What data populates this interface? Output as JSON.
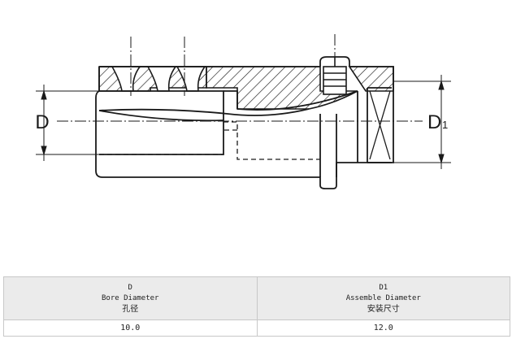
{
  "diagram": {
    "label_bore": "D",
    "label_assemble": "D",
    "label_assemble_sub": "1",
    "line_color": "#1a1a1a"
  },
  "table": {
    "columns": [
      {
        "symbol": "D",
        "name_en": "Bore Diameter",
        "name_cn": "孔径",
        "value": "10.0"
      },
      {
        "symbol": "D1",
        "name_en": "Assemble Diameter",
        "name_cn": "安装尺寸",
        "value": "12.0"
      }
    ]
  }
}
